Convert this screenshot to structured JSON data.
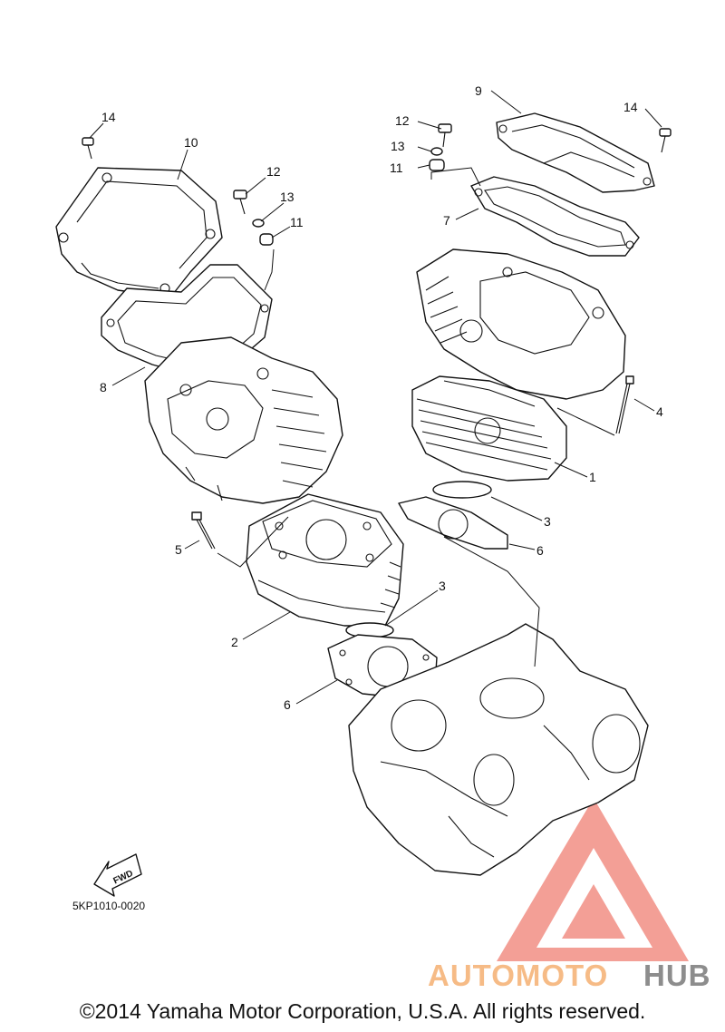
{
  "callouts": [
    {
      "id": "c1",
      "label": "1"
    },
    {
      "id": "c2",
      "label": "2"
    },
    {
      "id": "c3a",
      "label": "3"
    },
    {
      "id": "c3b",
      "label": "3"
    },
    {
      "id": "c4",
      "label": "4"
    },
    {
      "id": "c5",
      "label": "5"
    },
    {
      "id": "c6a",
      "label": "6"
    },
    {
      "id": "c6b",
      "label": "6"
    },
    {
      "id": "c7",
      "label": "7"
    },
    {
      "id": "c8",
      "label": "8"
    },
    {
      "id": "c9",
      "label": "9"
    },
    {
      "id": "c10",
      "label": "10"
    },
    {
      "id": "c11a",
      "label": "11"
    },
    {
      "id": "c11b",
      "label": "11"
    },
    {
      "id": "c12a",
      "label": "12"
    },
    {
      "id": "c12b",
      "label": "12"
    },
    {
      "id": "c13a",
      "label": "13"
    },
    {
      "id": "c13b",
      "label": "13"
    },
    {
      "id": "c14a",
      "label": "14"
    },
    {
      "id": "c14b",
      "label": "14"
    }
  ],
  "fwd_label": "FWD",
  "diagram_code": "5KP1010-0020",
  "copyright": "©2014 Yamaha Motor Corporation, U.S.A. All rights reserved.",
  "watermark": {
    "part1": "AUTOMOTO",
    "part2": "HUB",
    "color_primary": "#f07f74",
    "color_secondary": "#f5c27a",
    "color_tertiary": "#808080"
  }
}
